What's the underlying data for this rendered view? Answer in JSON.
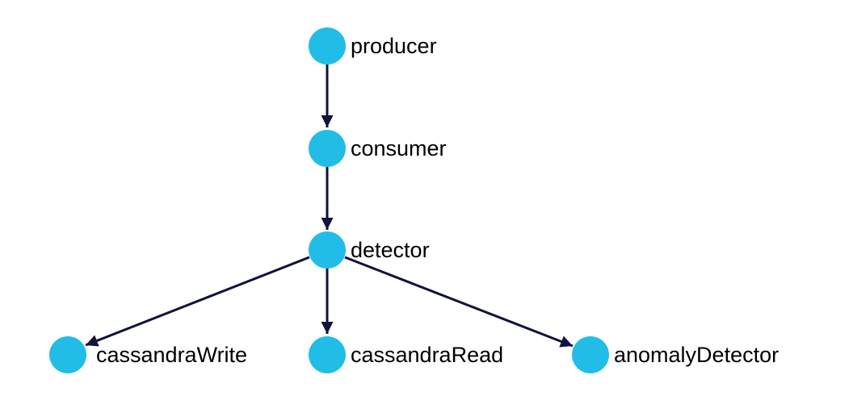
{
  "colors": {
    "node": "#22bde6",
    "edge": "#10123f",
    "label": "#000000"
  },
  "nodes": [
    {
      "id": "producer",
      "label": "producer"
    },
    {
      "id": "consumer",
      "label": "consumer"
    },
    {
      "id": "detector",
      "label": "detector"
    },
    {
      "id": "cassandraWrite",
      "label": "cassandraWrite"
    },
    {
      "id": "cassandraRead",
      "label": "cassandraRead"
    },
    {
      "id": "anomalyDetector",
      "label": "anomalyDetector"
    }
  ],
  "edges": [
    {
      "from": "producer",
      "to": "consumer"
    },
    {
      "from": "consumer",
      "to": "detector"
    },
    {
      "from": "detector",
      "to": "cassandraWrite"
    },
    {
      "from": "detector",
      "to": "cassandraRead"
    },
    {
      "from": "detector",
      "to": "anomalyDetector"
    }
  ]
}
